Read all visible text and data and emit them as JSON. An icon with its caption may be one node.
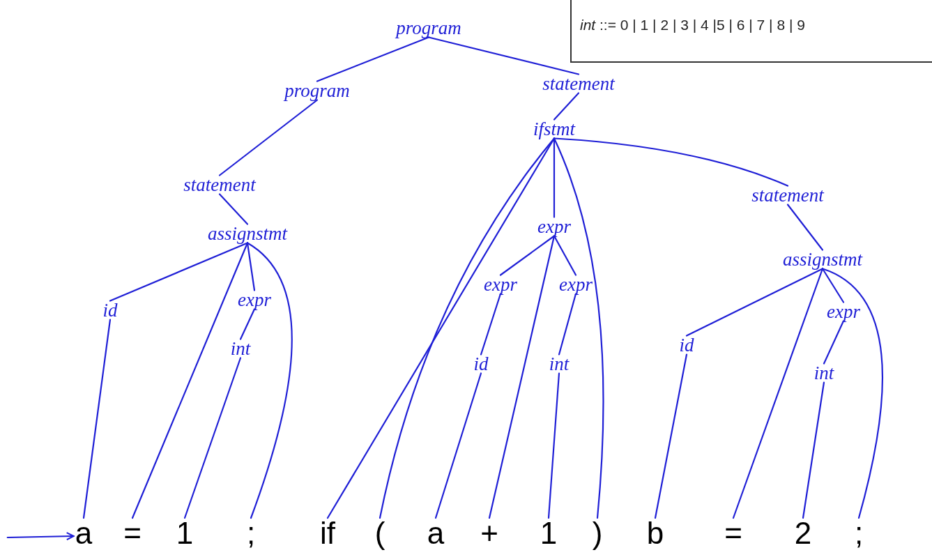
{
  "diagram": {
    "nodes": [
      {
        "text": [
          "program"
        ]
      },
      {
        "text": [
          "program"
        ]
      },
      {
        "text": [
          "statement"
        ]
      },
      {
        "text": [
          "statement"
        ]
      },
      {
        "text": [
          "assignstmt"
        ]
      },
      {
        "text": [
          "id"
        ]
      },
      {
        "text": [
          "expr"
        ]
      },
      {
        "text": [
          "int"
        ]
      },
      {
        "text": [
          "ifstmt"
        ]
      },
      {
        "text": [
          "expr"
        ]
      },
      {
        "text": [
          "expr"
        ]
      },
      {
        "text": [
          "expr"
        ]
      },
      {
        "text": [
          "id"
        ]
      },
      {
        "text": [
          "int"
        ]
      },
      {
        "text": [
          "statement"
        ]
      },
      {
        "text": [
          "assignstmt"
        ]
      },
      {
        "text": [
          "id"
        ]
      },
      {
        "text": [
          "expr"
        ]
      },
      {
        "text": [
          "int"
        ]
      },
      {
        "text": [
          "a"
        ]
      },
      {
        "text": [
          "="
        ]
      },
      {
        "text": [
          "1"
        ]
      },
      {
        "text": [
          ";"
        ]
      },
      {
        "text": [
          "if"
        ]
      },
      {
        "text": [
          "("
        ]
      },
      {
        "text": [
          "a"
        ]
      },
      {
        "text": [
          "+"
        ]
      },
      {
        "text": [
          "1"
        ]
      },
      {
        "text": [
          ")"
        ]
      },
      {
        "text": [
          "b"
        ]
      },
      {
        "text": [
          "="
        ]
      },
      {
        "text": [
          "2"
        ]
      },
      {
        "text": [
          ";"
        ]
      },
      {
        "text": [
          "*int* ::= 0 | 1 | 2 | 3 | 4 |5 | 6 | 7 | 8 | 9"
        ]
      }
    ],
    "edges": [
      {
        "from": 0,
        "to": 1,
        "arrow": "none"
      },
      {
        "from": 0,
        "to": 2,
        "arrow": "none"
      },
      {
        "from": 1,
        "to": 3,
        "arrow": "none"
      },
      {
        "from": 3,
        "to": 4,
        "arrow": "none"
      },
      {
        "from": 4,
        "to": 5,
        "arrow": "none"
      },
      {
        "from": 4,
        "to": 20,
        "arrow": "none"
      },
      {
        "from": 4,
        "to": 6,
        "arrow": "none"
      },
      {
        "from": 4,
        "to": 22,
        "arrow": "none"
      },
      {
        "from": 5,
        "to": 19,
        "arrow": "none"
      },
      {
        "from": 6,
        "to": 7,
        "arrow": "none"
      },
      {
        "from": 7,
        "to": 21,
        "arrow": "none"
      },
      {
        "from": 2,
        "to": 8,
        "arrow": "none"
      },
      {
        "from": 8,
        "to": 23,
        "arrow": "none"
      },
      {
        "from": 8,
        "to": 24,
        "arrow": "none"
      },
      {
        "from": 8,
        "to": 9,
        "arrow": "none"
      },
      {
        "from": 8,
        "to": 28,
        "arrow": "none"
      },
      {
        "from": 8,
        "to": 14,
        "arrow": "none"
      },
      {
        "from": 9,
        "to": 10,
        "arrow": "none"
      },
      {
        "from": 9,
        "to": 26,
        "arrow": "none"
      },
      {
        "from": 9,
        "to": 11,
        "arrow": "none"
      },
      {
        "from": 10,
        "to": 12,
        "arrow": "none"
      },
      {
        "from": 12,
        "to": 25,
        "arrow": "none"
      },
      {
        "from": 11,
        "to": 13,
        "arrow": "none"
      },
      {
        "from": 13,
        "to": 27,
        "arrow": "none"
      },
      {
        "from": 14,
        "to": 15,
        "arrow": "none"
      },
      {
        "from": 15,
        "to": 16,
        "arrow": "none"
      },
      {
        "from": 15,
        "to": 30,
        "arrow": "none"
      },
      {
        "from": 15,
        "to": 17,
        "arrow": "none"
      },
      {
        "from": 15,
        "to": 32,
        "arrow": "none"
      },
      {
        "from": 16,
        "to": 29,
        "arrow": "none"
      },
      {
        "from": 17,
        "to": 18,
        "arrow": "none"
      },
      {
        "from": 18,
        "to": 31,
        "arrow": "none"
      },
      {
        "from": null,
        "to": 19,
        "arrow": "to"
      }
    ]
  }
}
